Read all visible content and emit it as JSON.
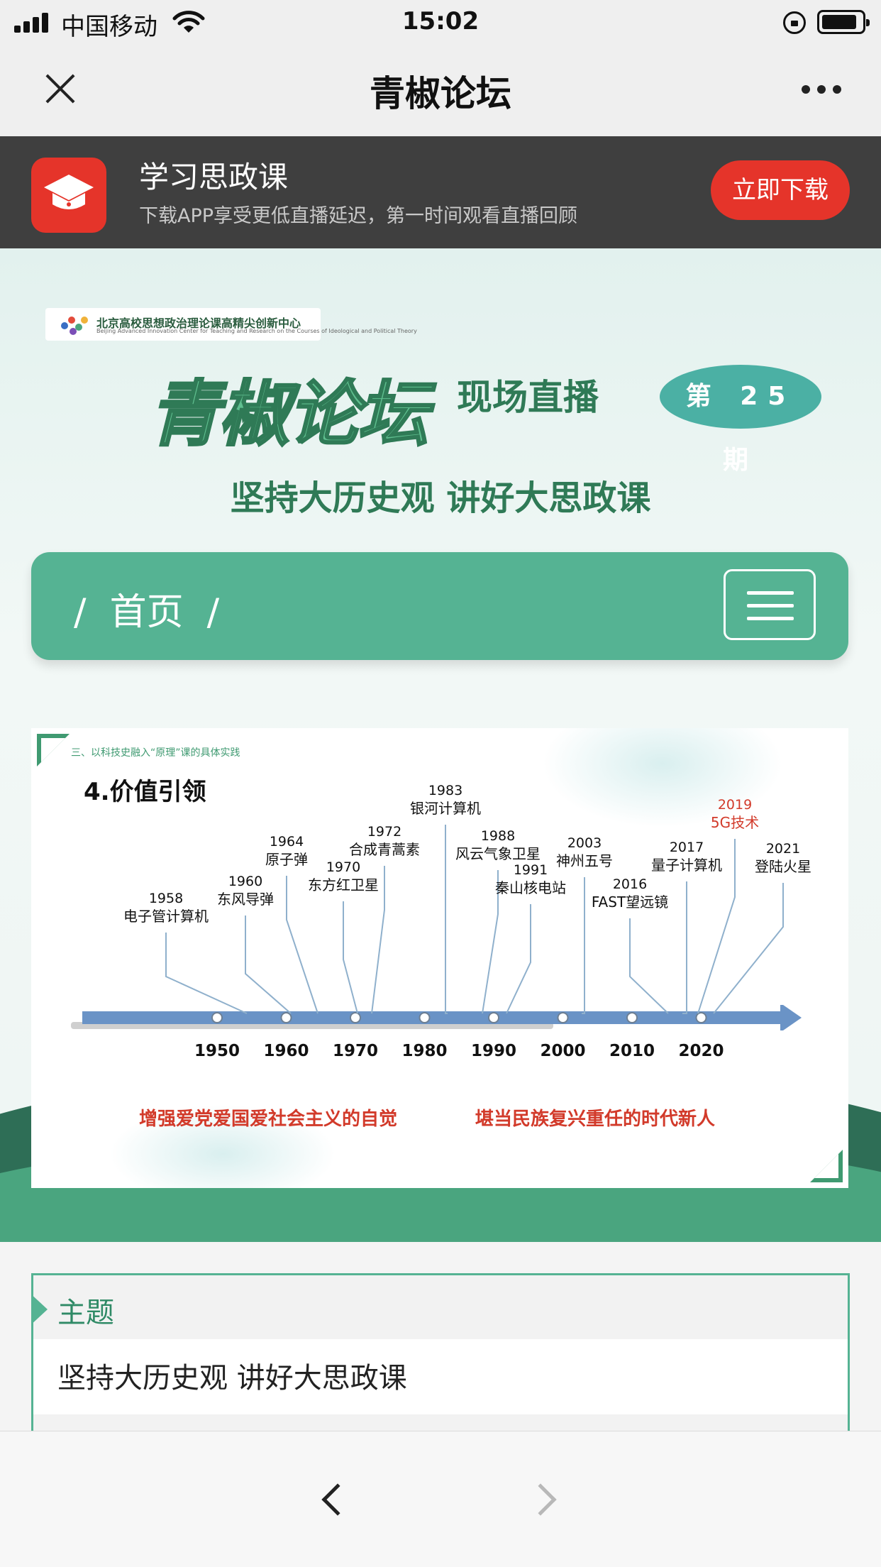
{
  "status_bar": {
    "carrier": "中国移动",
    "time": "15:02"
  },
  "navbar": {
    "title": "青椒论坛"
  },
  "app_banner": {
    "name": "学习思政课",
    "description": "下载APP享受更低直播延迟，第一时间观看直播回顾",
    "button": "立即下载"
  },
  "hero": {
    "org_name": "北京高校思想政治理论课高精尖创新中心",
    "org_subtitle": "Beijing Advanced Innovation Center for Teaching and Research on the Courses of Ideological and Political Theory",
    "brand": "青椒论坛",
    "live_label": "现场直播",
    "issue": "第 25 期",
    "slogan": "坚持大历史观 讲好大思政课"
  },
  "menubar": {
    "breadcrumb": "/  首页  /"
  },
  "slide": {
    "section": "三、以科技史融入“原理”课的具体实践",
    "heading": "4.价值引领",
    "events": [
      {
        "year": "1958",
        "label": "电子管计算机",
        "value": 1958,
        "highlight": false
      },
      {
        "year": "1960",
        "label": "东风导弹",
        "value": 1960,
        "highlight": false
      },
      {
        "year": "1964",
        "label": "原子弹",
        "value": 1964,
        "highlight": false
      },
      {
        "year": "1970",
        "label": "东方红卫星",
        "value": 1970,
        "highlight": false
      },
      {
        "year": "1972",
        "label": "合成青蒿素",
        "value": 1972,
        "highlight": false
      },
      {
        "year": "1983",
        "label": "银河计算机",
        "value": 1983,
        "highlight": false
      },
      {
        "year": "1988",
        "label": "风云气象卫星",
        "value": 1988,
        "highlight": false
      },
      {
        "year": "1991",
        "label": "秦山核电站",
        "value": 1991,
        "highlight": false
      },
      {
        "year": "2003",
        "label": "神州五号",
        "value": 2003,
        "highlight": false
      },
      {
        "year": "2016",
        "label": "FAST望远镜",
        "value": 2016,
        "highlight": false
      },
      {
        "year": "2017",
        "label": "量子计算机",
        "value": 2017,
        "highlight": false
      },
      {
        "year": "2019",
        "label": "5G技术",
        "value": 2019,
        "highlight": true
      },
      {
        "year": "2021",
        "label": "登陆火星",
        "value": 2021,
        "highlight": false
      }
    ],
    "axis_ticks": [
      "1950",
      "1960",
      "1970",
      "1980",
      "1990",
      "2000",
      "2010",
      "2020"
    ],
    "message_left": "增强爱党爱国爱社会主义的自觉",
    "message_right": "堪当民族复兴重任的时代新人",
    "colors": {
      "axis": "#6a93c6",
      "highlight": "#d23a2a",
      "accent": "#3f9a71"
    }
  },
  "info": {
    "label": "主题",
    "value": "坚持大历史观 讲好大思政课"
  },
  "icons": {
    "close": "close-icon",
    "more": "more-icon",
    "menu": "hamburger-icon",
    "back": "chevron-left-icon",
    "forward": "chevron-right-icon"
  }
}
